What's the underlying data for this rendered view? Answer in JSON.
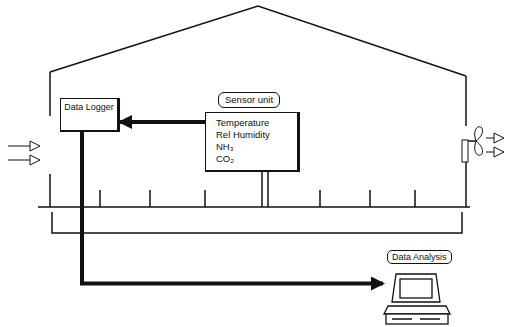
{
  "diagram": {
    "nodes": [
      {
        "text": [
          "Data Logger"
        ]
      },
      {
        "text": [
          "Sensor unit",
          "Temperature",
          "Rel Humidity",
          "NH₃",
          "CO₂"
        ]
      },
      {
        "text": [
          "Data Analysis"
        ]
      }
    ],
    "edges": [
      {
        "from": 1,
        "to": 0,
        "arrow": "to"
      },
      {
        "from": 0,
        "to": 2,
        "arrow": "to"
      }
    ]
  }
}
